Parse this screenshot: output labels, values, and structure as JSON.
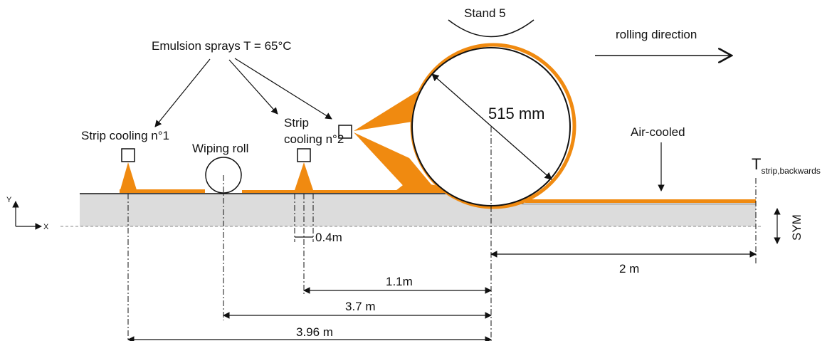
{
  "colors": {
    "coolant": "#f08a10",
    "strip": "#dcdcdc",
    "line": "#111111"
  },
  "labels": {
    "stand": "Stand 5",
    "rolling_direction": "rolling direction",
    "emulsion_sprays": "Emulsion sprays T = 65°C",
    "strip_cooling_1": "Strip cooling n°1",
    "wiping_roll": "Wiping roll",
    "strip_cooling_2_line1": "Strip",
    "strip_cooling_2_line2": "cooling n°2",
    "roll_diameter": "515 mm",
    "air_cooled": "Air-cooled",
    "t_strip_main": "T",
    "t_strip_sub": "strip,backwards",
    "axis_y": "Y",
    "axis_x": "X",
    "sym": "SYM"
  },
  "dimensions": {
    "d_0_4": "0.4m",
    "d_1_1": "1.1m",
    "d_3_7": "3.7 m",
    "d_3_96": "3.96 m",
    "d_2": "2 m"
  }
}
